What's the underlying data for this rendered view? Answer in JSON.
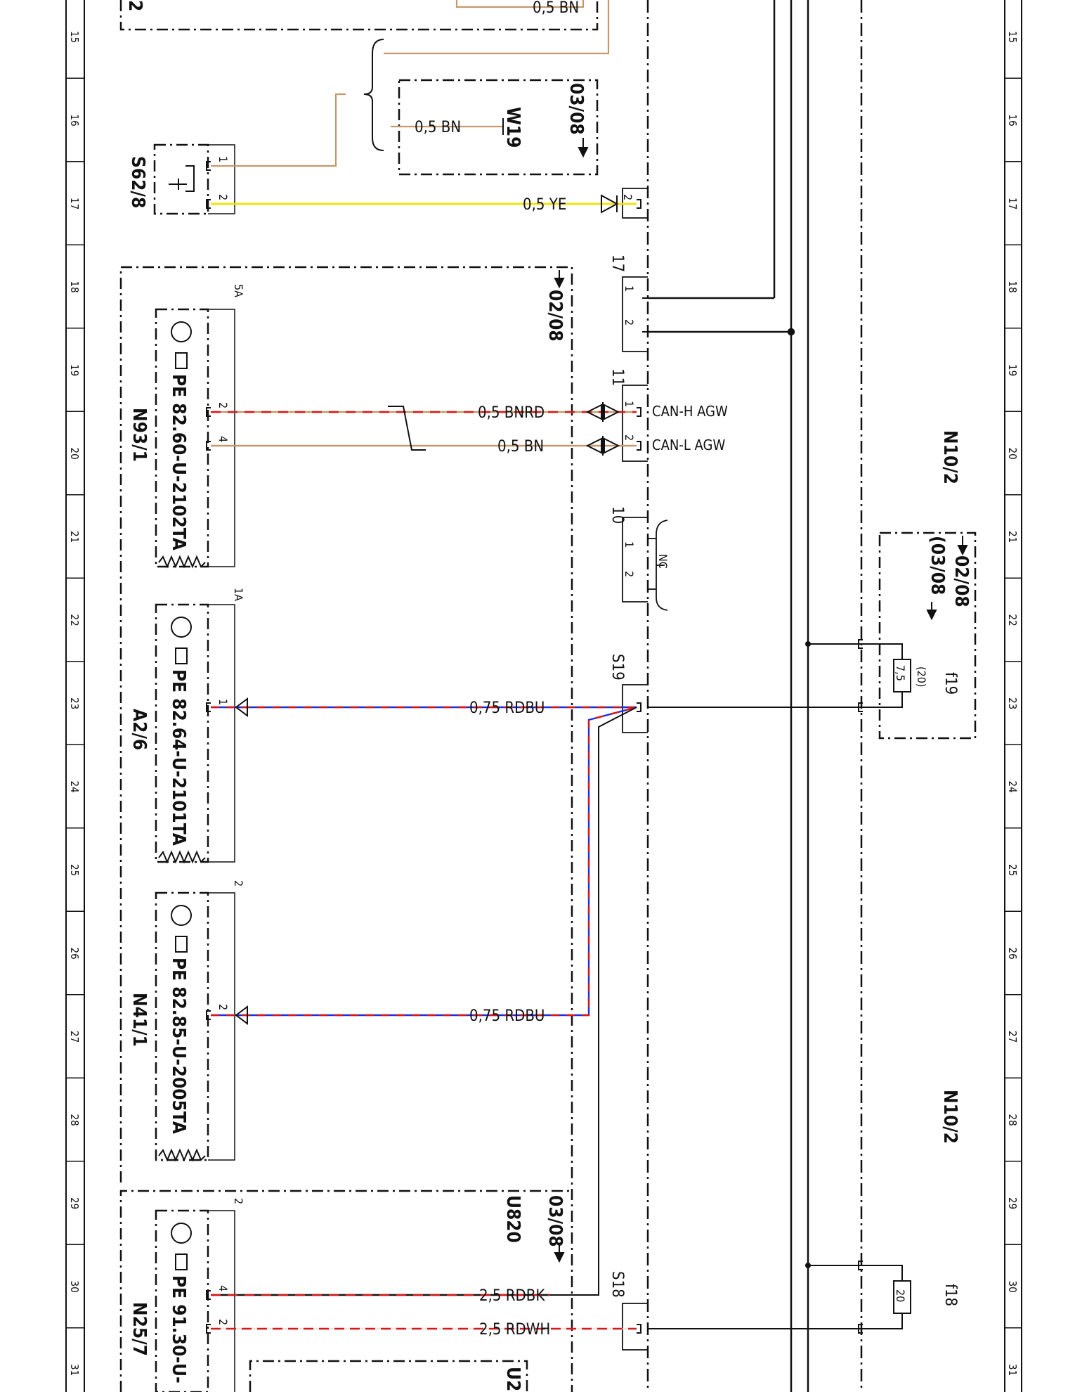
{
  "grid": {
    "rows": [
      "15",
      "16",
      "17",
      "18",
      "19",
      "20",
      "21",
      "22",
      "23",
      "24",
      "25",
      "26",
      "27",
      "28",
      "29",
      "30",
      "31"
    ]
  },
  "wires": {
    "w_top_bn": "0,5 BN",
    "w_w19_bn": "0,5 BN",
    "w_ye": "0,5 YE",
    "w_bnrd": "0,5 BNRD",
    "w_bn": "0,5 BN",
    "w_rdbu_1": "0,75 RDBU",
    "w_rdbu_2": "0,75 RDBU",
    "w_rdbk": "2,5 RDBK",
    "w_rdwh": "2,5 RDWH"
  },
  "components": {
    "s62_8": "S62/8",
    "w19": "W19",
    "n93_1": "N93/1",
    "a2_6": "A2/6",
    "n41_1": "N41/1",
    "n25_7": "N25/7",
    "u820": "U820",
    "u2_partial": "U2",
    "n10_2_a": "N10/2",
    "n10_2_b": "N10/2",
    "f19": "f19",
    "f18": "f18",
    "s19": "S19",
    "s18": "S18",
    "top_partial": "2"
  },
  "pe_codes": {
    "n93_1": "PE 82.60-U-2102TA",
    "a2_6": "PE 82.64-U-2101TA",
    "n41_1": "PE 82.85-U-2005TA",
    "n25_7": "PE 91.30-U-"
  },
  "refs": {
    "ref_0308_top": "03/08",
    "ref_0208": "02/08",
    "ref_0308_u820": "03/08",
    "ref_0208_f19": "02/08",
    "ref_0308_f19": "(03/08"
  },
  "connectors": {
    "c17": "17",
    "c11": "11",
    "c10": "10",
    "can_h": "CAN-H AGW",
    "can_l": "CAN-L AGW",
    "nc": "NC"
  },
  "pins": {
    "s62_p1": "1",
    "s62_p2": "2",
    "n93_p2": "2",
    "n93_p4": "4",
    "n93_5a": "5A",
    "a26_p1": "1",
    "a26_1a": "1A",
    "n41_p2": "2",
    "n41_top": "2",
    "n25_p4": "4",
    "n25_p2": "2",
    "n25_top": "2",
    "ye_p2": "2",
    "c17_p1": "1",
    "c17_p2": "2",
    "c11_p1": "1",
    "c11_p2": "2",
    "c10_p1": "1",
    "c10_p2": "2"
  },
  "fuses": {
    "f19_val": "7,5",
    "f19_sub": "(20)",
    "f18_val": "20"
  }
}
